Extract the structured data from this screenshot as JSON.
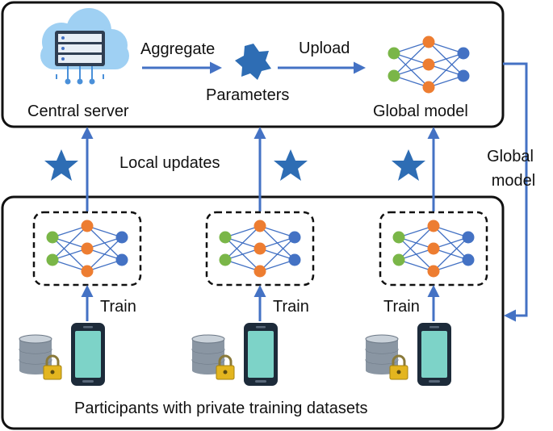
{
  "server": {
    "central_server_label": "Central server",
    "aggregate_label": "Aggregate",
    "parameters_label": "Parameters",
    "upload_label": "Upload",
    "global_model_label": "Global model"
  },
  "flow": {
    "local_updates_label": "Local updates",
    "global_model_line1": "Global",
    "global_model_line2": "model"
  },
  "participants": {
    "train_label": "Train",
    "caption": "Participants with private training datasets"
  },
  "colors": {
    "arrow": "#4472c4",
    "star": "#2e6db4",
    "node_green": "#7ab648",
    "node_orange": "#ed7d31",
    "node_blue": "#4472c4",
    "phone_screen": "#7dd3c8",
    "cloud": "#9fd0f3"
  }
}
